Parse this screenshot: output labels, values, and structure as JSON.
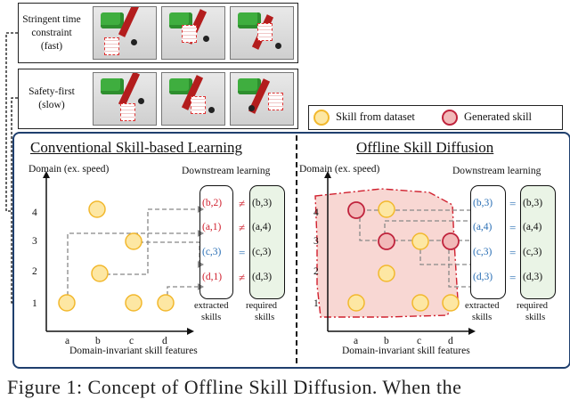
{
  "scenarios": [
    {
      "label_lines": [
        "Stringent time",
        "constraint",
        "(fast)"
      ]
    },
    {
      "label_lines": [
        "Safety-first",
        "(slow)"
      ]
    }
  ],
  "legend": {
    "dataset_label": "Skill from dataset",
    "generated_label": "Generated skill",
    "dataset_color": "#fde7a3",
    "dataset_stroke": "#f2b82d",
    "generated_color": "#f2b9b9",
    "generated_stroke": "#c0233c"
  },
  "left_panel": {
    "title": "Conventional Skill-based Learning",
    "y_label": "Domain (ex. speed)",
    "x_label": "Domain-invariant skill features",
    "downstream_label": "Downstream learning",
    "x_ticks": [
      "a",
      "b",
      "c",
      "d"
    ],
    "y_ticks": [
      "1",
      "2",
      "3",
      "4"
    ],
    "extracted_caption": [
      "extracted",
      "skills"
    ],
    "required_caption": [
      "required",
      "skills"
    ],
    "pairs": [
      {
        "extracted": "(b,2)",
        "op": "≠",
        "required": "(b,3)",
        "color": "#d0202e"
      },
      {
        "extracted": "(a,1)",
        "op": "≠",
        "required": "(a,4)",
        "color": "#d0202e"
      },
      {
        "extracted": "(c,3)",
        "op": "=",
        "required": "(c,3)",
        "color": "#2a6fb5"
      },
      {
        "extracted": "(d,1)",
        "op": "≠",
        "required": "(d,3)",
        "color": "#d0202e"
      }
    ]
  },
  "right_panel": {
    "title": "Offline Skill Diffusion",
    "y_label": "Domain (ex. speed)",
    "x_label": "Domain-invariant skill features",
    "downstream_label": "Downstream learning",
    "x_ticks": [
      "a",
      "b",
      "c",
      "d"
    ],
    "y_ticks": [
      "1",
      "2",
      "3",
      "4"
    ],
    "extracted_caption": [
      "extracted",
      "skills"
    ],
    "required_caption": [
      "required",
      "skills"
    ],
    "pairs": [
      {
        "extracted": "(b,3)",
        "op": "=",
        "required": "(b,3)",
        "color": "#2a6fb5"
      },
      {
        "extracted": "(a,4)",
        "op": "=",
        "required": "(a,4)",
        "color": "#2a6fb5"
      },
      {
        "extracted": "(c,3)",
        "op": "=",
        "required": "(c,3)",
        "color": "#2a6fb5"
      },
      {
        "extracted": "(d,3)",
        "op": "=",
        "required": "(d,3)",
        "color": "#2a6fb5"
      }
    ]
  },
  "caption": "Figure 1: Concept of Offline Skill Diffusion. When the"
}
